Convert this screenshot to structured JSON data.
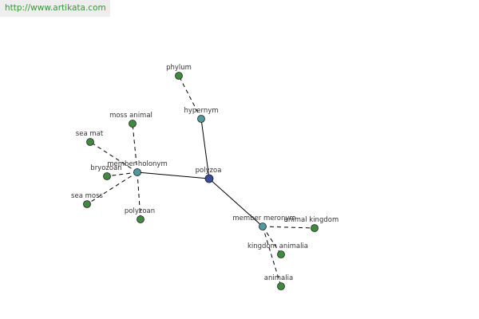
{
  "header": {
    "source_url": "http://www.artikata.com"
  },
  "colors": {
    "center_node": "#3b4a99",
    "relation_node": "#4e9a9c",
    "leaf_node": "#3f8a3f",
    "edge": "#000000"
  },
  "graph": {
    "center": "polyzoa",
    "relations": [
      {
        "label": "hypernym",
        "items": [
          "phylum"
        ]
      },
      {
        "label": "member holonym",
        "items": [
          "moss animal",
          "sea mat",
          "bryozoan",
          "sea moss",
          "polyzoan"
        ]
      },
      {
        "label": "member meronym",
        "items": [
          "animal kingdom",
          "kingdom animalia",
          "animalia"
        ]
      }
    ]
  }
}
